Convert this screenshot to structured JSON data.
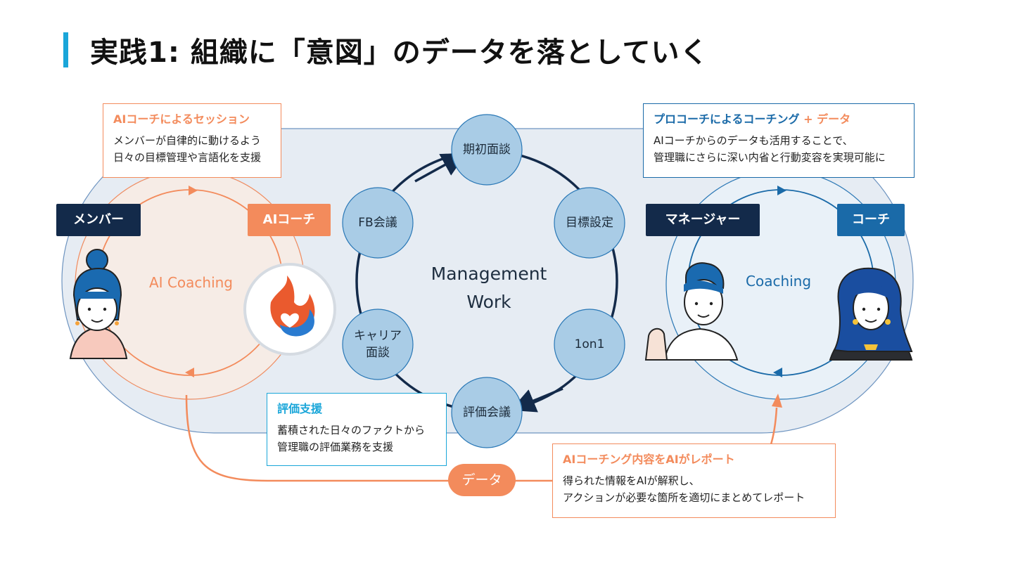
{
  "title": "実践1: 組織に「意図」のデータを落としていく",
  "colors": {
    "orange": "#f38b5c",
    "navy": "#132a4a",
    "blue": "#1a6aa8",
    "cyan": "#1aa6d9",
    "node": "#a9cce6",
    "band": "#e6ecf3"
  },
  "ai_session_box": {
    "heading": "AIコーチによるセッション",
    "line1": "メンバーが自律的に動けるよう",
    "line2": "日々の目標管理や言語化を支援"
  },
  "pro_coach_box": {
    "heading_main": "プロコーチによるコーチング",
    "heading_plus": " + ",
    "heading_data": "データ",
    "line1": "AIコーチからのデータも活用することで、",
    "line2": "管理職にさらに深い内省と行動変容を実現可能に"
  },
  "evaluation_box": {
    "heading": "評価支援",
    "line1": "蓄積された日々のファクトから",
    "line2": "管理職の評価業務を支援"
  },
  "report_box": {
    "heading": "AIコーチング内容をAIがレポート",
    "line1": "得られた情報をAIが解釈し、",
    "line2": "アクションが必要な箇所を適切にまとめてレポート"
  },
  "tags": {
    "member": "メンバー",
    "ai_coach": "AIコーチ",
    "manager": "マネージャー",
    "coach": "コーチ"
  },
  "loops": {
    "left": "AI Coaching",
    "right": "Coaching"
  },
  "center": {
    "line1": "Management",
    "line2": "Work"
  },
  "cycle_nodes": {
    "kickoff": "期初面談",
    "goal": "目標設定",
    "oneonone": "1on1",
    "eval_meeting": "評価会議",
    "career_line1": "キャリア",
    "career_line2": "面談",
    "fb_meeting": "FB会議"
  },
  "data_pill": "データ"
}
